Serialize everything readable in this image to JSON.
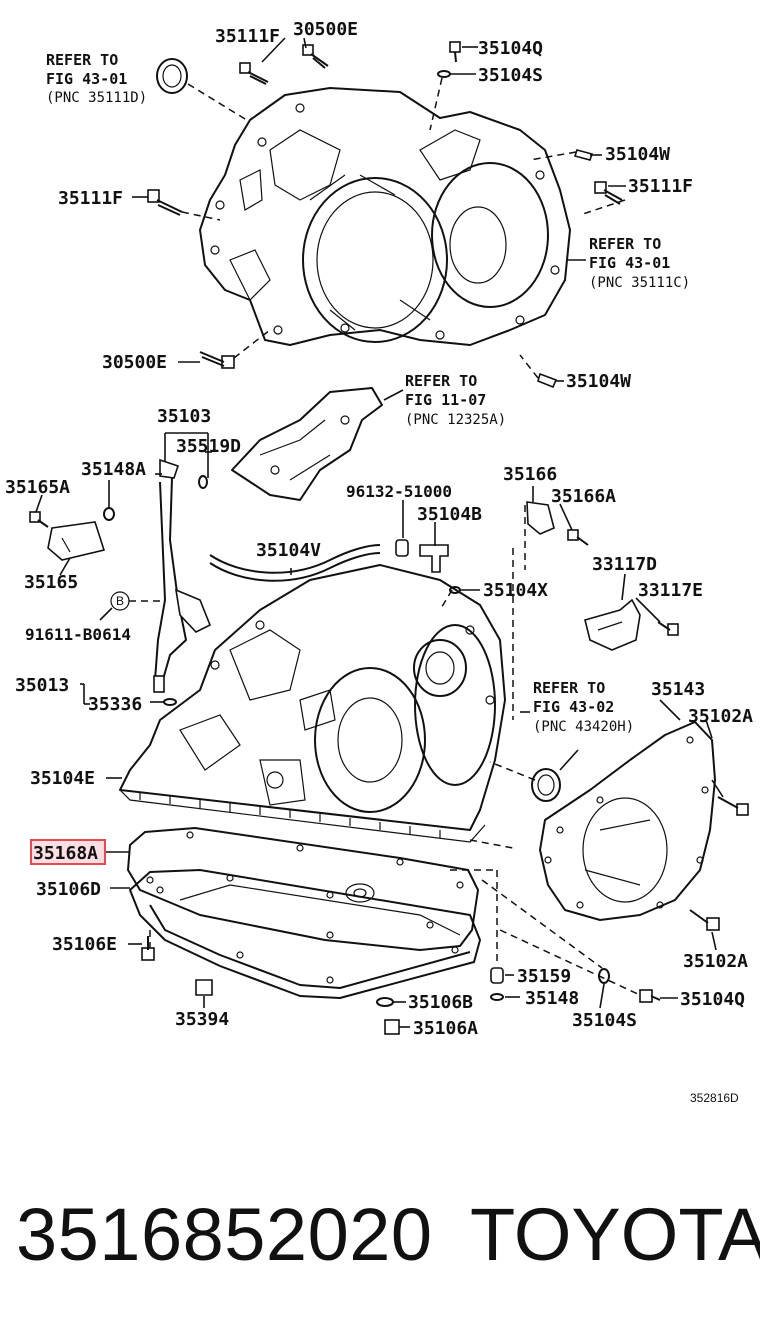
{
  "diagram": {
    "figure_code": "352816D",
    "highlighted_label": "35168A",
    "callouts": {
      "c35111F_top": "35111F",
      "c30500E_top": "30500E",
      "c35104Q_top": "35104Q",
      "c35104S_top": "35104S",
      "c35104W_top": "35104W",
      "c35111F_right": "35111F",
      "c35111F_left": "35111F",
      "c30500E_mid": "30500E",
      "c35104W_mid": "35104W",
      "c35103": "35103",
      "c35519D": "35519D",
      "c35148A": "35148A",
      "c35165A": "35165A",
      "c35165": "35165",
      "c91611": "91611-B0614",
      "c35013": "35013",
      "c35336": "35336",
      "c35104E": "35104E",
      "c35168A": "35168A",
      "c35106D": "35106D",
      "c35106E": "35106E",
      "c35394": "35394",
      "c96132": "96132-51000",
      "c35104B": "35104B",
      "c35104V": "35104V",
      "c35104X": "35104X",
      "c35166": "35166",
      "c35166A": "35166A",
      "c33117D": "33117D",
      "c33117E": "33117E",
      "c35143": "35143",
      "c35102A_top": "35102A",
      "c35102A_bot": "35102A",
      "c35159": "35159",
      "c35148": "35148",
      "c35104S_bot": "35104S",
      "c35104Q_bot": "35104Q",
      "c35106B": "35106B",
      "c35106A": "35106A",
      "circle_b": "B"
    },
    "references": {
      "r1": {
        "line1": "REFER TO",
        "line2": "FIG 43-01",
        "line3": "(PNC 35111D)"
      },
      "r2": {
        "line1": "REFER TO",
        "line2": "FIG 43-01",
        "line3": "(PNC 35111C)"
      },
      "r3": {
        "line1": "REFER TO",
        "line2": "FIG 11-07",
        "line3": "(PNC 12325A)"
      },
      "r4": {
        "line1": "REFER TO",
        "line2": "FIG 43-02",
        "line3": "(PNC 43420H)"
      }
    }
  },
  "footer": {
    "part_number": "3516852020",
    "brand": "TOYOTA"
  }
}
